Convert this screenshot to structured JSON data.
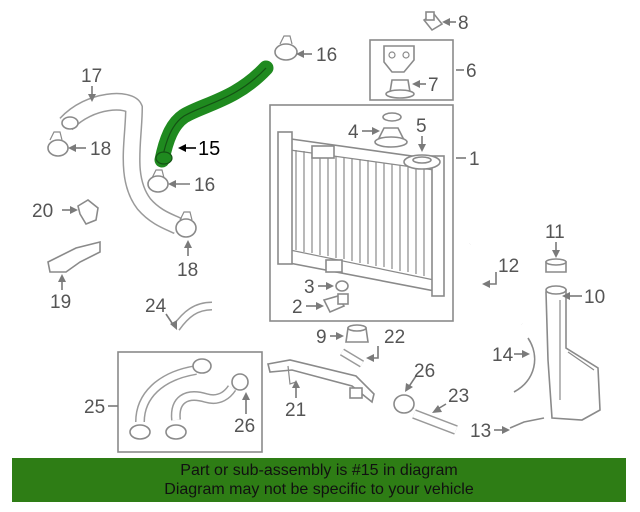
{
  "colors": {
    "highlight": "#1f8a1f",
    "banner": "#2e7d15",
    "parts": "#8a8a8a"
  },
  "callouts": {
    "c1": "1",
    "c2": "2",
    "c3": "3",
    "c4": "4",
    "c5": "5",
    "c6": "6",
    "c7": "7",
    "c8": "8",
    "c9": "9",
    "c10": "10",
    "c11": "11",
    "c12": "12",
    "c13": "13",
    "c14": "14",
    "c15": "15",
    "c16a": "16",
    "c16b": "16",
    "c17": "17",
    "c18a": "18",
    "c18b": "18",
    "c19": "19",
    "c20": "20",
    "c21": "21",
    "c22": "22",
    "c23": "23",
    "c24": "24",
    "c25": "25",
    "c26a": "26",
    "c26b": "26"
  },
  "banner": {
    "line1": "Part or sub-assembly is #15 in diagram",
    "line2": "Diagram may not be specific to your vehicle"
  }
}
